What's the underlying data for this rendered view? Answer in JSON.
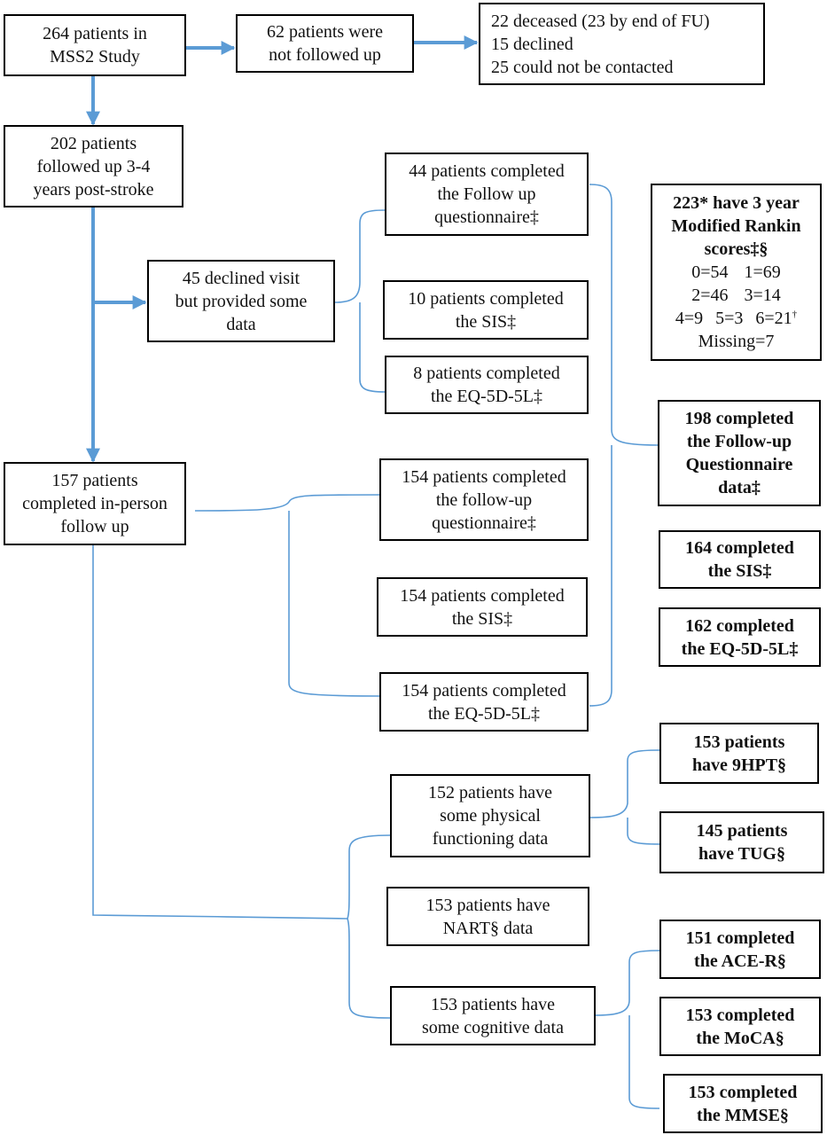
{
  "boxes": {
    "mss2": [
      "264 patients in",
      "MSS2  Study"
    ],
    "not_followed": [
      "62 patients were",
      "not followed up"
    ],
    "reasons": [
      "22 deceased (23 by end of FU)",
      "15 declined",
      "25 could not be contacted"
    ],
    "followed": [
      "202 patients",
      "followed up 3-4",
      "years post-stroke"
    ],
    "declined_visit": [
      "45 declined visit",
      "but provided some",
      "data"
    ],
    "fu_q_44": [
      "44 patients completed",
      "the Follow up",
      "questionnaire‡"
    ],
    "sis_10": [
      "10 patients completed",
      "the SIS‡"
    ],
    "eq_8": [
      "8 patients completed",
      "the EQ-5D-5L‡"
    ],
    "inperson": [
      "157 patients",
      "completed in-person",
      "follow up"
    ],
    "fu_q_154": [
      "154 patients completed",
      "the follow-up",
      "questionnaire‡"
    ],
    "sis_154": [
      "154 patients completed",
      "the SIS‡"
    ],
    "eq_154": [
      "154 patients completed",
      "the EQ-5D-5L‡"
    ],
    "physical": [
      "152 patients have",
      "some physical",
      "functioning data"
    ],
    "nart": [
      "153 patients have",
      "NART§ data"
    ],
    "cognitive": [
      "153 patients have",
      "some cognitive data"
    ],
    "fu_q_198": [
      "198 completed",
      "the Follow-up",
      "Questionnaire",
      "data‡"
    ],
    "sis_164": [
      "164 completed",
      "the SIS‡"
    ],
    "eq_162": [
      "162 completed",
      "the EQ-5D-5L‡"
    ],
    "hpt": [
      "153 patients",
      "have 9HPT§"
    ],
    "tug": [
      "145 patients",
      "have TUG§"
    ],
    "acer": [
      "151 completed",
      "the ACE-R§"
    ],
    "moca": [
      "153 completed",
      "the MoCA§"
    ],
    "mmse": [
      "153 completed",
      "the MMSE§"
    ]
  },
  "rankin": {
    "title": [
      "223* have 3 year",
      "Modified Rankin",
      "scores‡§"
    ],
    "row1": [
      "0=54",
      "1=69"
    ],
    "row2": [
      "2=46",
      "3=14"
    ],
    "row3": [
      "4=9",
      "5=3",
      "6=21"
    ],
    "dagger": "†",
    "missing": "Missing=7"
  },
  "colors": {
    "connector": "#5b9bd5",
    "box_border": "#000000",
    "text": "#111111"
  }
}
